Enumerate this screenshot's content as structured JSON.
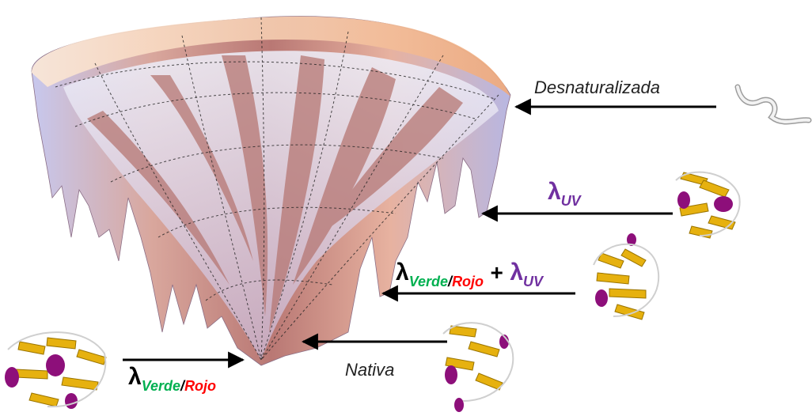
{
  "labels": {
    "denatured": "Desnaturalizada",
    "native": "Nativa",
    "lambda": "λ",
    "uv": "UV",
    "green": "Verde",
    "slash": "/",
    "red": "Rojo",
    "plus": "+"
  },
  "colors": {
    "funnel_peach": "#f6c7a8",
    "funnel_rose": "#b47470",
    "funnel_lavender": "#b6b9e4",
    "strand_gold": "#e6b10f",
    "helix_magenta": "#8d0f7a",
    "uv_purple": "#7030a0",
    "visible_green": "#00b050",
    "visible_red": "#ff0000"
  },
  "icons": [
    "denatured-chain-icon",
    "protein-structure-icon"
  ]
}
